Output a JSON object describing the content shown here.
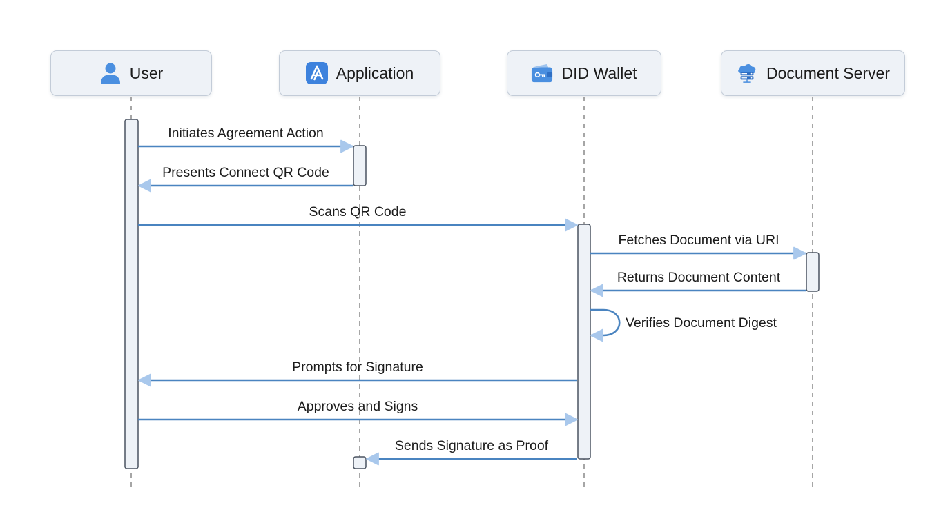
{
  "participants": {
    "user": {
      "label": "User",
      "icon": "user-icon"
    },
    "application": {
      "label": "Application",
      "icon": "app-store-icon"
    },
    "wallet": {
      "label": "DID Wallet",
      "icon": "wallet-icon"
    },
    "server": {
      "label": "Document Server",
      "icon": "cloud-server-icon"
    }
  },
  "messages": [
    {
      "label": "Initiates Agreement Action",
      "from": "User",
      "to": "Application"
    },
    {
      "label": "Presents Connect QR Code",
      "from": "Application",
      "to": "User"
    },
    {
      "label": "Scans QR Code",
      "from": "User",
      "to": "DID Wallet"
    },
    {
      "label": "Fetches Document via URI",
      "from": "DID Wallet",
      "to": "Document Server"
    },
    {
      "label": "Returns Document Content",
      "from": "Document Server",
      "to": "DID Wallet"
    },
    {
      "label": "Verifies Document Digest",
      "from": "DID Wallet",
      "to": "DID Wallet"
    },
    {
      "label": "Prompts for Signature",
      "from": "DID Wallet",
      "to": "User"
    },
    {
      "label": "Approves and Signs",
      "from": "User",
      "to": "DID Wallet"
    },
    {
      "label": "Sends Signature as Proof",
      "from": "DID Wallet",
      "to": "Application"
    }
  ],
  "colors": {
    "arrow_line": "#4a84c0",
    "arrow_head": "#a9c8ec",
    "lifeline": "#888888",
    "activation_fill": "#eef2f7",
    "activation_stroke": "#4a5360",
    "icon_blue": "#4a8fe0"
  }
}
